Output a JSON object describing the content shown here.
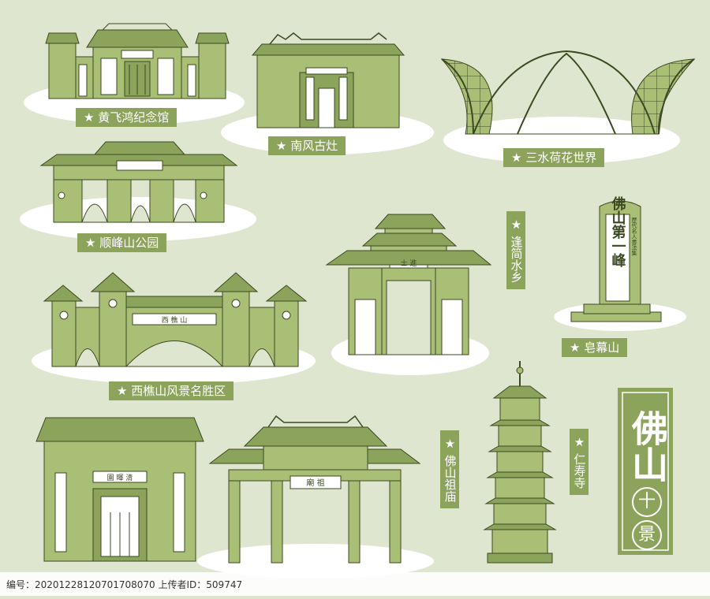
{
  "colors": {
    "background": "#dfe6cf",
    "building_fill": "#a9bf75",
    "building_dark": "#8ba35a",
    "outline": "#3b4a22",
    "white": "#ffffff",
    "label_bg": "#8ba35a"
  },
  "landmarks": [
    {
      "key": "huangfeihong",
      "label": "★ 黄飞鸿纪念馆"
    },
    {
      "key": "nanfeng",
      "label": "★ 南风古灶"
    },
    {
      "key": "sanshui",
      "label": "★ 三水荷花世界"
    },
    {
      "key": "shunfeng",
      "label": "★ 顺峰山公园"
    },
    {
      "key": "fengjian",
      "label": "★ 逢简水乡"
    },
    {
      "key": "gaomu",
      "label": "★ 皂幕山"
    },
    {
      "key": "xiqiao",
      "label": "★ 西樵山风景名胜区"
    },
    {
      "key": "zumiao",
      "label": "★ 佛山祖庙"
    },
    {
      "key": "renshou",
      "label": "★ 仁寿寺"
    }
  ],
  "plaques": {
    "xiqiao_gate": "西 樵 山",
    "fengjian_gate": "士 進",
    "zumiao_gate": "廟 祖",
    "qinghui": "園 暉 清",
    "gaomu_stele": "佛山第一峰",
    "gaomu_small": "歷代名人書法集"
  },
  "title": {
    "main": "佛山",
    "circle1": "十",
    "circle2": "景"
  },
  "footer": {
    "text": "编号：20201228120701708070  上传者ID：509747"
  }
}
